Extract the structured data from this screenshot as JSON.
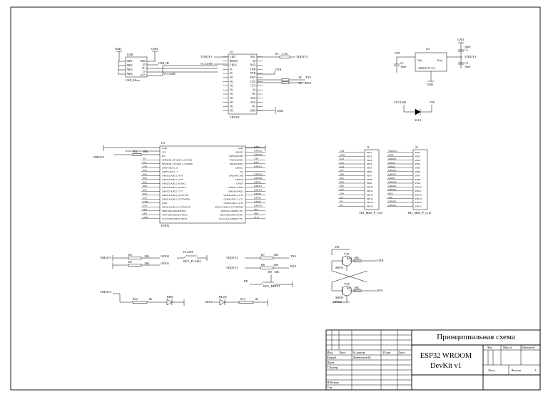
{
  "title_block": {
    "doc_type": "Принципиальная схема",
    "name_line1": "ESP32 WROOM",
    "name_line2": "DevKit v1",
    "col_izm": "Изм.",
    "col_list": "Лист",
    "col_ndokum": "№ докум.",
    "col_podp": "Подп.",
    "col_data": "Дата",
    "row_razrab": "Разраб.",
    "row_razrab_name": "Дементьев И.",
    "row_prov": "Пров.",
    "row_tkontr": "Т.Контр.",
    "row_nkontr": "Н.Контр.",
    "row_utv": "Утв.",
    "lit": "Лит.",
    "massa": "Масса",
    "masshtab": "Масштаб",
    "list": "Лист",
    "listov": "Листов",
    "listov_value": "1"
  },
  "usb_block": {
    "gnd_left": "GND",
    "gnd_right": "GND",
    "connector_ref": "USB",
    "connector_name": "USB_Micro",
    "pins_left": [
      "MH1",
      "MH2",
      "MH3",
      "MH4"
    ],
    "pins_right": [
      "GND",
      "ID",
      "D+",
      "D-",
      "VCC"
    ],
    "net_id": "USB_ID",
    "net_vcc": "VCCUSB"
  },
  "cp2102_block": {
    "ref": "U1",
    "name": "CP2102",
    "vdd_label": "VDD3V3",
    "vcc_label": "VCCUSB",
    "pins_left": [
      "VDD",
      "REGIN",
      "VBUS",
      "D-",
      "D+",
      "NC",
      "NC",
      "NC",
      "NC",
      "NC",
      "NC",
      "NC",
      "NC",
      "NC"
    ],
    "pins_right": [
      "RST",
      "RI",
      "DCD",
      "DSR",
      "DTR",
      "RXD",
      "TXD",
      "CTS",
      "RI",
      "NC",
      "SUS",
      "SUS",
      "NC",
      "GND"
    ],
    "r_ref": "R1",
    "r_value": "4.7K",
    "r_net": "VDD3V3",
    "dtr": "DTR",
    "rts": "RTS",
    "r_tx": "1K",
    "r_rx": "1K",
    "tx": "TX0",
    "rx": "RX0",
    "gnd": "GND"
  },
  "ldo_block": {
    "vin": "VIN",
    "ref": "U2",
    "name": "AMS1117-3.3",
    "pin_in": "Vin",
    "pin_out": "Vout",
    "pin_gnd": "GND",
    "gnd_top": "GND",
    "c_in": "C1",
    "c_in_val": "10uF",
    "c_out": "C2",
    "c_out_val": "10uF",
    "c_out2": "C3",
    "c_out2_val": "10uF",
    "out_net": "VDD3V3",
    "gnd_bottom": "GND"
  },
  "diode_block": {
    "in": "VCCUSB",
    "out": "VIN",
    "ref": "SS14"
  },
  "esp32_block": {
    "ref": "U3",
    "name": "ESP32",
    "net_vdd": "VDD3V3",
    "r_en": "R4",
    "r_en_val": "10K",
    "pins_left": [
      "GND",
      "3V3",
      "EN",
      "SENSOR_VP/ADC1_0/GPI36",
      "SENSOR_VN/ADC1_3/GPI39",
      "GPI34/ADC1_6",
      "GPI35/ADC1_7",
      "GPIO32/ADC1_4/T9",
      "GPIO33/ADC1_5/T8",
      "GPIO25/ADC2_8/DAC1",
      "GPIO26/ADC2_9/DAC2",
      "GPIO27/ADC2_7/T7",
      "GPIO14/ADC2_6/T6/CLK",
      "GPIO12/ADC2_5/T5/MTDI",
      "GND",
      "GPIO13/ADC2_4/T4/MTCK",
      "SHD/SD2/GPIO9/RXD1",
      "SWP/SD3/GPIO10/TXD1",
      "SCS/CMD/GPIO11/RTS1"
    ],
    "pins_right": [
      "GND",
      "GPIO23",
      "GPIO22/RTS0",
      "TXD0/GPIO1",
      "RXD0/GPIO3",
      "GPIO21",
      "NC",
      "GPIO19/CTS0",
      "GPIO18",
      "GPIO5",
      "GPIO17/TXD2",
      "GPIO16/RXD2",
      "GPIO4/ADC2_0/T0",
      "GPIO0/ADC2_1/T1",
      "GPIO2/ADC2_2/T2",
      "GPIO15/ADC2_3/T3/MTDO",
      "SDI/SD1/GPIO8/CTS1",
      "SDO/SD0/GPIO7/RTS1",
      "SCK/CLK/GPIO6/CTS1"
    ],
    "nets_left": [
      "GND",
      "VDD3V3",
      "EN",
      "VP",
      "VN",
      "D34",
      "D35",
      "D32",
      "D33",
      "D25",
      "D26",
      "D27",
      "D14",
      "D12",
      "GND",
      "D13",
      "SD2",
      "SD3",
      "CMD"
    ],
    "nets_right": [
      "GND",
      "GPIO23",
      "GPIO22",
      "TX0",
      "RX0",
      "GPIO21",
      "",
      "GPIO19",
      "GPIO18",
      "GPIO5",
      "GPIO17",
      "GPIO16",
      "GPIO4",
      "GPIO0",
      "GPIO2",
      "GPIO15",
      "SD1",
      "SD0",
      "CLK"
    ]
  },
  "headers": {
    "j1_ref": "J1",
    "j1_name": "TH1_Male_P_1x15",
    "j1_pins": [
      "PIN1",
      "PIN2",
      "PIN3",
      "PIN4",
      "PIN5",
      "PIN6",
      "PIN7",
      "PIN8",
      "PIN9",
      "PIN10",
      "PIN11",
      "PIN12",
      "PIN13",
      "PIN14",
      "PIN15"
    ],
    "j1_nets": [
      "VIN",
      "GND",
      "D13",
      "D12",
      "D14",
      "D27",
      "D26",
      "D25",
      "D33",
      "D32",
      "D35",
      "D34",
      "VN",
      "VP",
      "EN"
    ],
    "j2_ref": "J2",
    "j2_name": "TH1_Male_P_1x15",
    "j2_pins": [
      "PIN1",
      "PIN2",
      "PIN3",
      "PIN4",
      "PIN5",
      "PIN6",
      "PIN7",
      "PIN8",
      "PIN9",
      "PIN10",
      "PIN11",
      "PIN12",
      "PIN13",
      "PIN14",
      "PIN15"
    ],
    "j2_nets": [
      "VDD3V3",
      "GND",
      "GPIO15",
      "GPIO2",
      "GPIO4",
      "GPIO16",
      "GPIO17",
      "GPIO5",
      "GPIO18",
      "GPIO19",
      "GPIO21",
      "RX0",
      "TX0",
      "GPIO22",
      "GPIO23"
    ]
  },
  "pullups": {
    "net": "VDD3V3",
    "r5": "R5",
    "r5_val": "10K",
    "r5_net": "GPIO0",
    "r6": "R6",
    "r6_val": "10K",
    "r6_net": "GPIO2",
    "flash_btn": "FLASH",
    "flash_net": "KEY_FLASH",
    "r7": "R7",
    "r7_val": "10K",
    "r7_net": "TX0",
    "r8": "R8",
    "r8_val": "10K",
    "r8_net": "RX0",
    "en_net": "EN",
    "rst_btn": "KEY_RESET",
    "r9": "R9",
    "r9_val": "10K"
  },
  "auto_reset": {
    "q1": "VT1",
    "q2": "VT2",
    "en": "EN",
    "dtr": "DTR",
    "rts": "RTS",
    "gpio0": "GPIO0",
    "r10": "R10",
    "r10_val": "10K",
    "r11": "R11",
    "r11_val": "10K",
    "base1": "S8050",
    "base2": "S8050"
  },
  "leds": {
    "net": "VDD3V3",
    "r_pwr": "R12",
    "r_pwr_val": "1K",
    "led_pwr": "RED",
    "gpio": "GPIO2",
    "led_blue": "BLUE",
    "r_blue": "R13",
    "r_blue_val": "1K"
  }
}
